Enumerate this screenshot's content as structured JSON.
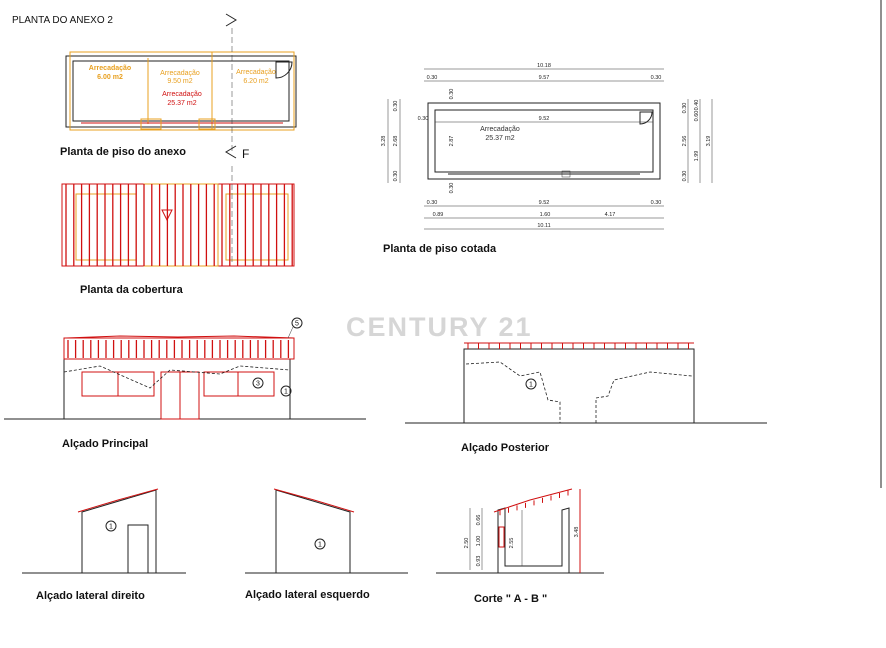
{
  "header": {
    "title": "PLANTA DO ANEXO 2"
  },
  "watermark": "CENTURY 21",
  "captions": {
    "floor_plan": "Planta de piso do anexo",
    "roof_plan": "Planta da cobertura",
    "dimensioned_plan": "Planta de piso cotada",
    "front_elevation": "Alçado Principal",
    "rear_elevation": "Alçado Posterior",
    "right_elevation": "Alçado lateral direito",
    "left_elevation": "Alçado lateral esquerdo",
    "section": "Corte \" A - B \""
  },
  "floor_plan": {
    "section_mark": "F",
    "rooms": [
      {
        "name": "Arrecadação",
        "area": "6.00 m2"
      },
      {
        "name": "Arrecadação",
        "area": "9.50 m2"
      },
      {
        "name": "Arrecadação",
        "area": "6.20 m2"
      },
      {
        "name": "Arrecadação",
        "area": "25.37 m2"
      }
    ]
  },
  "dimensioned_plan": {
    "room": {
      "name": "Arrecadação",
      "area": "25.37 m2"
    },
    "top_total": "10.18",
    "top_row": [
      "0.30",
      "9.57",
      "0.30"
    ],
    "inner_width": "9.52",
    "bottom_row": [
      "0.30",
      "9.52",
      "0.30"
    ],
    "bottom_segments": [
      "0.89",
      "1.60",
      "4.17"
    ],
    "bottom_total": "10.11",
    "left_dims": [
      "3.28",
      "2.68",
      "0.30",
      "0.30"
    ],
    "inner_left": [
      "0.30",
      "2.87",
      "0.30",
      "0.30"
    ],
    "right_dims": [
      "0.30",
      "0.60",
      "0.40",
      "2.56",
      "1.99",
      "0.30",
      "3.19"
    ]
  },
  "markers": {
    "front_circle_1": "1",
    "front_circle_5": "5",
    "front_circle_3": "3",
    "rear_circle_1": "1",
    "right_circle_1": "1",
    "left_circle_1": "1"
  },
  "section_dims": [
    "2.50",
    "0.93",
    "1.00",
    "0.66",
    "2.55",
    "3.48"
  ],
  "colors": {
    "existing": "#222222",
    "demolition": "#e8a020",
    "construction": "#d01010"
  }
}
